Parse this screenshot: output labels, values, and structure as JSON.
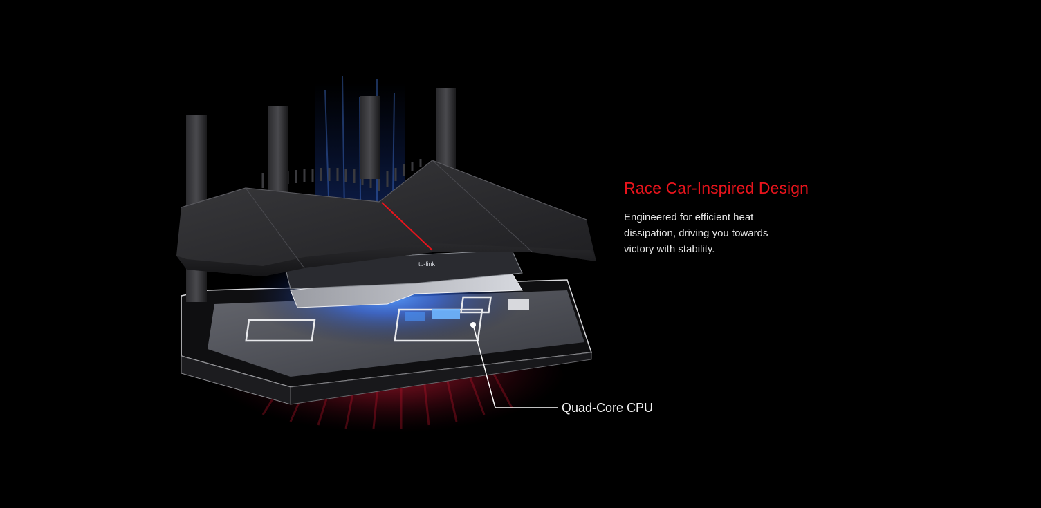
{
  "feature": {
    "title": "Race Car-Inspired Design",
    "description": "Engineered for efficient heat dissipation, driving you towards victory with stability."
  },
  "callout": {
    "label": "Quad-Core CPU"
  },
  "router_logo": "tp-link",
  "colors": {
    "background": "#000000",
    "title_accent": "#e8141c",
    "body_text": "#e6e6e6",
    "heat_glow_blue": "#2f6dff",
    "heat_glow_red": "#c0142a"
  },
  "icons": {
    "product": "router-exploded-view-icon",
    "callout_line": "leader-line-icon"
  }
}
